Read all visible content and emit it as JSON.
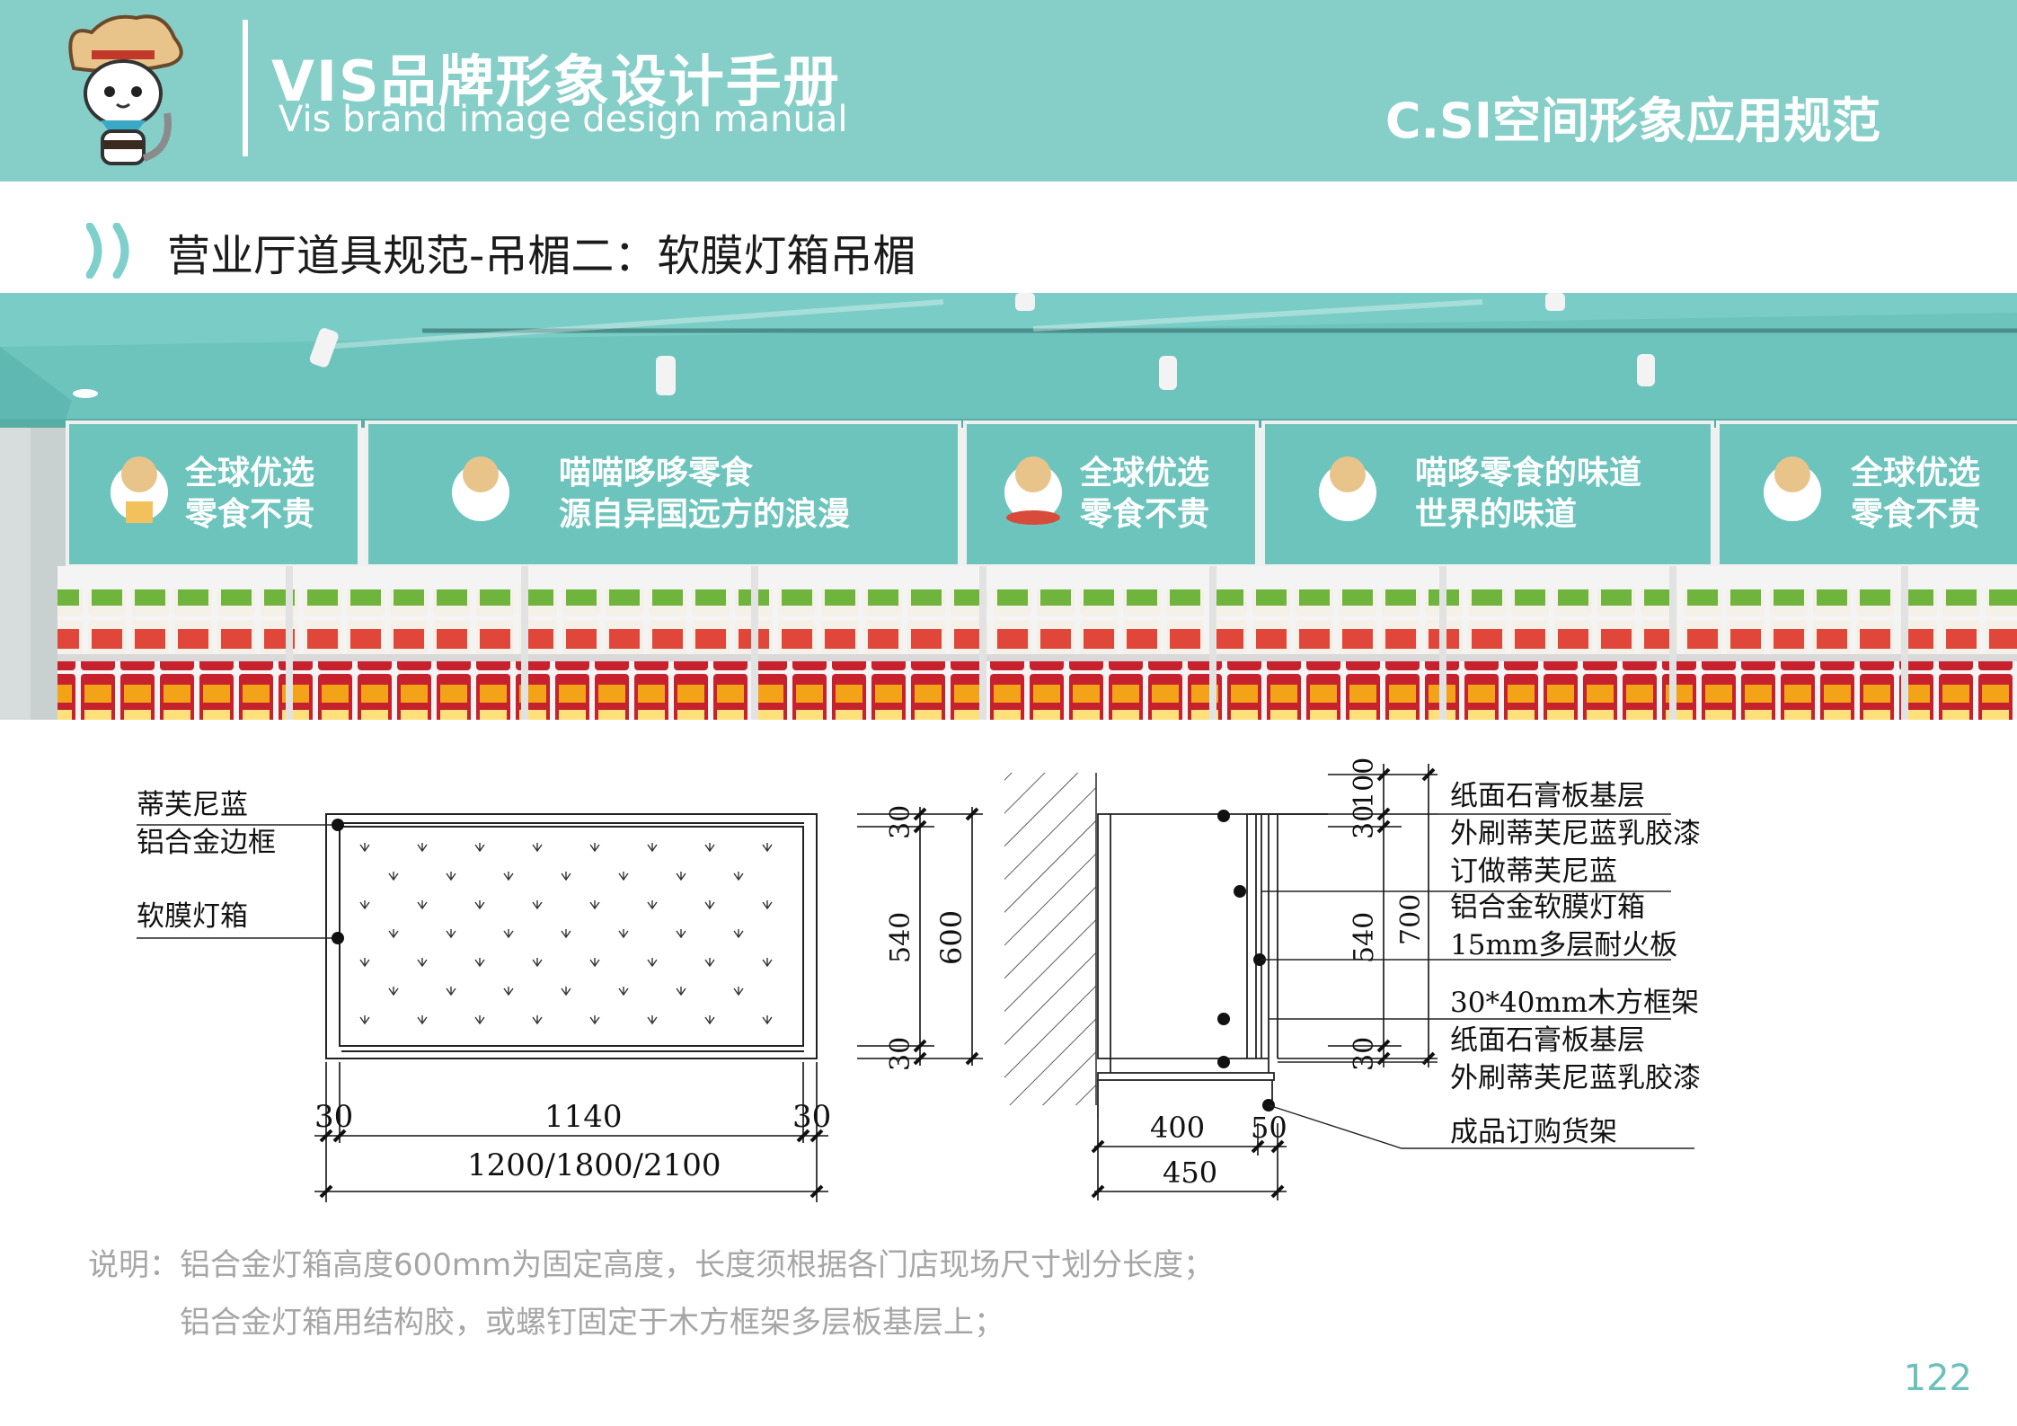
{
  "header": {
    "title": "VIS品牌形象设计手册",
    "subtitle": "Vis brand image design manual",
    "section": "C.SI空间形象应用规范",
    "bg_color": "#86cfc9"
  },
  "page_title": "营业厅道具规范-吊楣二：软膜灯箱吊楣",
  "store_signs": [
    {
      "line1": "全球优选",
      "line2": "零食不贵"
    },
    {
      "line1": "喵喵哆哆零食",
      "line2": "源自异国远方的浪漫"
    },
    {
      "line1": "全球优选",
      "line2": "零食不贵"
    },
    {
      "line1": "喵哆零食的味道",
      "line2": "世界的味道"
    },
    {
      "line1": "全球优选",
      "line2": "零食不贵"
    }
  ],
  "front_view": {
    "label_frame_1": "蒂芙尼蓝",
    "label_frame_2": "铝合金边框",
    "label_box": "软膜灯箱",
    "dim_left": "30",
    "dim_mid": "1140",
    "dim_right": "30",
    "dim_total": "1200/1800/2100"
  },
  "side_dims": {
    "top": "30",
    "mid": "540",
    "bottom": "30",
    "total": "600"
  },
  "section_view": {
    "dim_100": "100",
    "dim_30_top": "30",
    "dim_540": "540",
    "dim_700": "700",
    "dim_30_bottom": "30",
    "dim_400": "400",
    "dim_50": "50",
    "dim_450": "450",
    "labels": [
      "纸面石膏板基层",
      "外刷蒂芙尼蓝乳胶漆",
      "订做蒂芙尼蓝",
      "铝合金软膜灯箱",
      "15mm多层耐火板",
      "30*40mm木方框架",
      "纸面石膏板基层",
      "外刷蒂芙尼蓝乳胶漆",
      "成品订购货架"
    ]
  },
  "notes": {
    "line1": "说明：铝合金灯箱高度600mm为固定高度，长度须根据各门店现场尺寸划分长度；",
    "line2": "铝合金灯箱用结构胶，或螺钉固定于木方框架多层板基层上；"
  },
  "page_number": "122"
}
